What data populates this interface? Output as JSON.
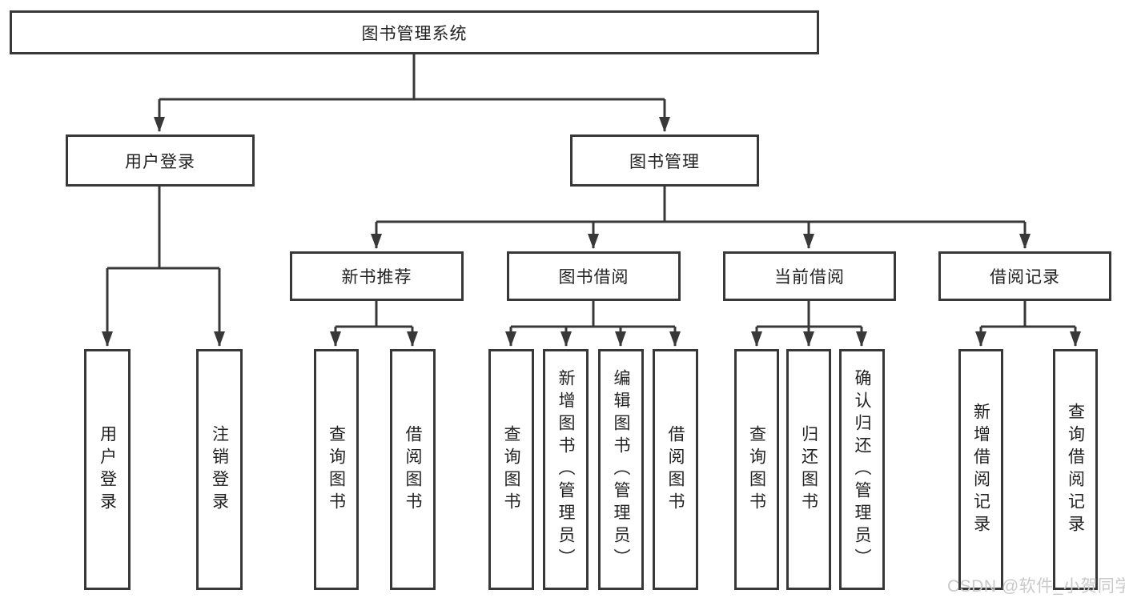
{
  "diagram": {
    "root": "图书管理系统",
    "branches": [
      {
        "label": "用户登录",
        "children": [
          "用户登录",
          "注销登录"
        ]
      },
      {
        "label": "图书管理",
        "children": [
          {
            "label": "新书推荐",
            "children": [
              "查询图书",
              "借阅图书"
            ]
          },
          {
            "label": "图书借阅",
            "children": [
              "查询图书",
              "新增图书（管理员）",
              "编辑图书（管理员）",
              "借阅图书"
            ]
          },
          {
            "label": "当前借阅",
            "children": [
              "查询图书",
              "归还图书",
              "确认归还（管理员）"
            ]
          },
          {
            "label": "借阅记录",
            "children": [
              "新增借阅记录",
              "查询借阅记录"
            ]
          }
        ]
      }
    ]
  },
  "colors": {
    "line": "#383838",
    "text": "#222222",
    "background": "#ffffff",
    "watermark_color": "#c9c9c9"
  },
  "watermark": {
    "text": "CSDN @软件_小贺同学"
  }
}
